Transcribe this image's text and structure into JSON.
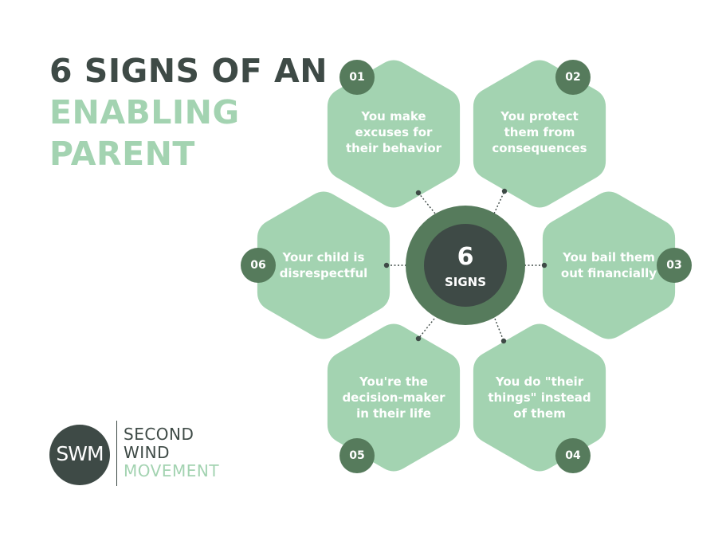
{
  "title": {
    "line1": "6 SIGNS OF AN",
    "line2": "ENABLING",
    "line3": "PARENT"
  },
  "center": {
    "number": "6",
    "label": "SIGNS"
  },
  "signs": [
    {
      "number": "01",
      "text": "You make excuses for their behavior"
    },
    {
      "number": "02",
      "text": "You protect them from consequences"
    },
    {
      "number": "03",
      "text": "You bail them out financially"
    },
    {
      "number": "04",
      "text": "You do \"their things\" instead of them"
    },
    {
      "number": "05",
      "text": "You're the decision-maker in their life"
    },
    {
      "number": "06",
      "text": "Your child is disrespectful"
    }
  ],
  "logo": {
    "mark": "SWM",
    "line1": "SECOND",
    "line2": "WIND",
    "line3": "MOVEMENT"
  },
  "colors": {
    "hex_fill": "#a3d3b1",
    "badge": "#567b5c",
    "center_outer": "#567b5c",
    "center_inner": "#3e4a46",
    "title_dark": "#3e4a46",
    "title_accent": "#a3d3b1"
  }
}
